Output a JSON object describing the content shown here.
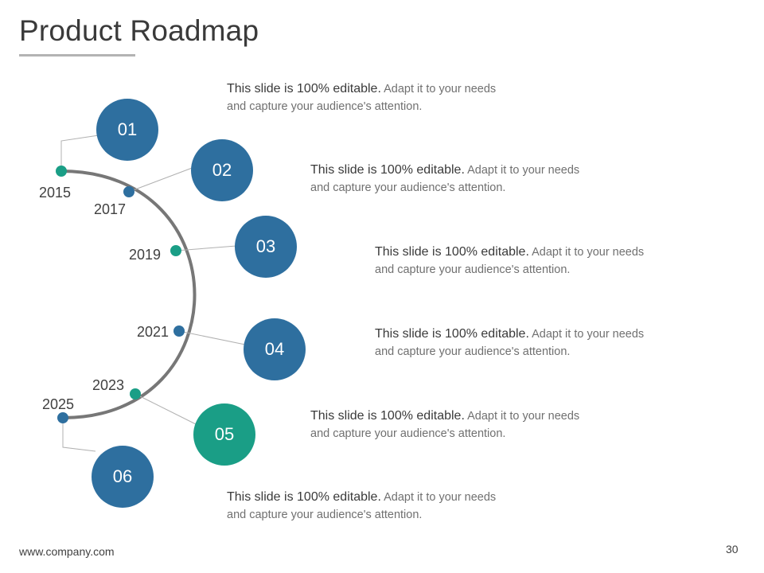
{
  "slide": {
    "title": "Product Roadmap",
    "footer_url": "www.company.com",
    "page_number": "30"
  },
  "colors": {
    "blue": "#2e6f9f",
    "teal": "#1a9e86",
    "arc": "#777777",
    "connector": "#b0b0b0"
  },
  "milestones": [
    {
      "number": "01",
      "year": "2015",
      "color": "teal",
      "circle_color": "blue",
      "lead": "This slide is 100% editable.",
      "rest": " Adapt it to your needs and capture your audience's attention."
    },
    {
      "number": "02",
      "year": "2017",
      "color": "blue",
      "circle_color": "blue",
      "lead": "This slide is 100% editable.",
      "rest": " Adapt it to your needs and capture your audience's attention."
    },
    {
      "number": "03",
      "year": "2019",
      "color": "teal",
      "circle_color": "blue",
      "lead": "This slide is 100% editable.",
      "rest": " Adapt it to your needs and capture your audience's attention."
    },
    {
      "number": "04",
      "year": "2021",
      "color": "blue",
      "circle_color": "blue",
      "lead": "This slide is 100% editable.",
      "rest": " Adapt it to your needs and capture your audience's attention."
    },
    {
      "number": "05",
      "year": "2023",
      "color": "teal",
      "circle_color": "teal",
      "lead": "This slide is 100% editable.",
      "rest": " Adapt it to your needs and capture your audience's attention."
    },
    {
      "number": "06",
      "year": "2025",
      "color": "blue",
      "circle_color": "blue",
      "lead": "This slide is 100% editable.",
      "rest": " Adapt it to your needs and capture your audience's attention."
    }
  ]
}
